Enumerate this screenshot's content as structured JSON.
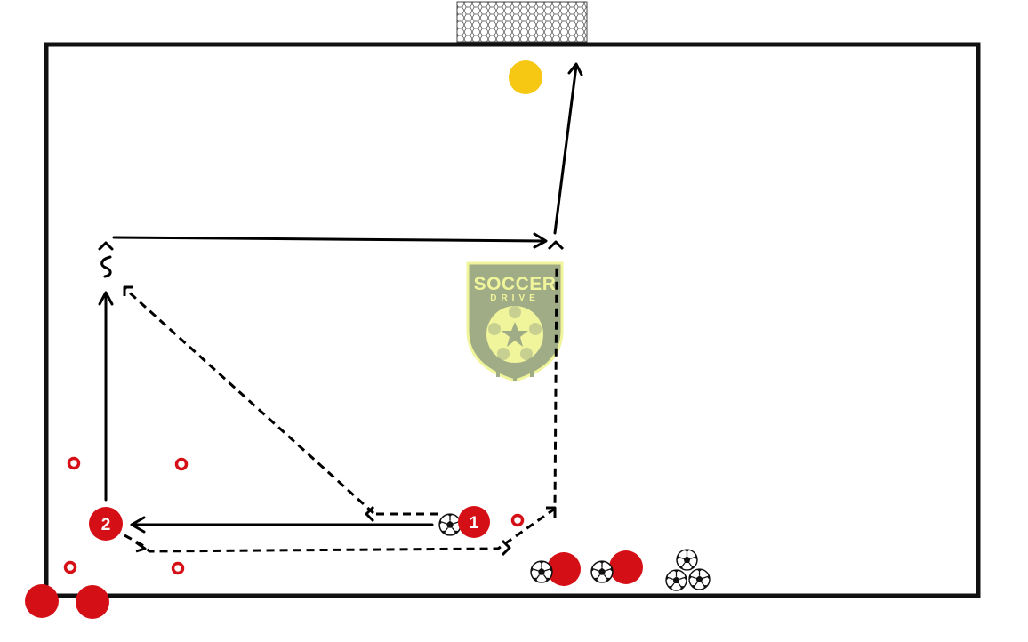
{
  "diagram": {
    "players": [
      {
        "id": "player-1",
        "label": "1"
      },
      {
        "id": "player-2",
        "label": "2"
      }
    ],
    "logo": {
      "line1": "SOCCER",
      "line2": "DRIVE"
    },
    "colors": {
      "field_line": "#111111",
      "player_red": "#d50f16",
      "cone_red": "#d50f16",
      "keeper_yellow": "#f6c813",
      "logo_green": "#8f9e72",
      "logo_yellow": "#eef38a",
      "arrow": "#000000"
    },
    "icons": [
      "goal-net-icon",
      "soccer-ball-icon",
      "cone-icon",
      "player-marker-icon",
      "goalkeeper-icon",
      "soccer-drive-logo"
    ]
  }
}
